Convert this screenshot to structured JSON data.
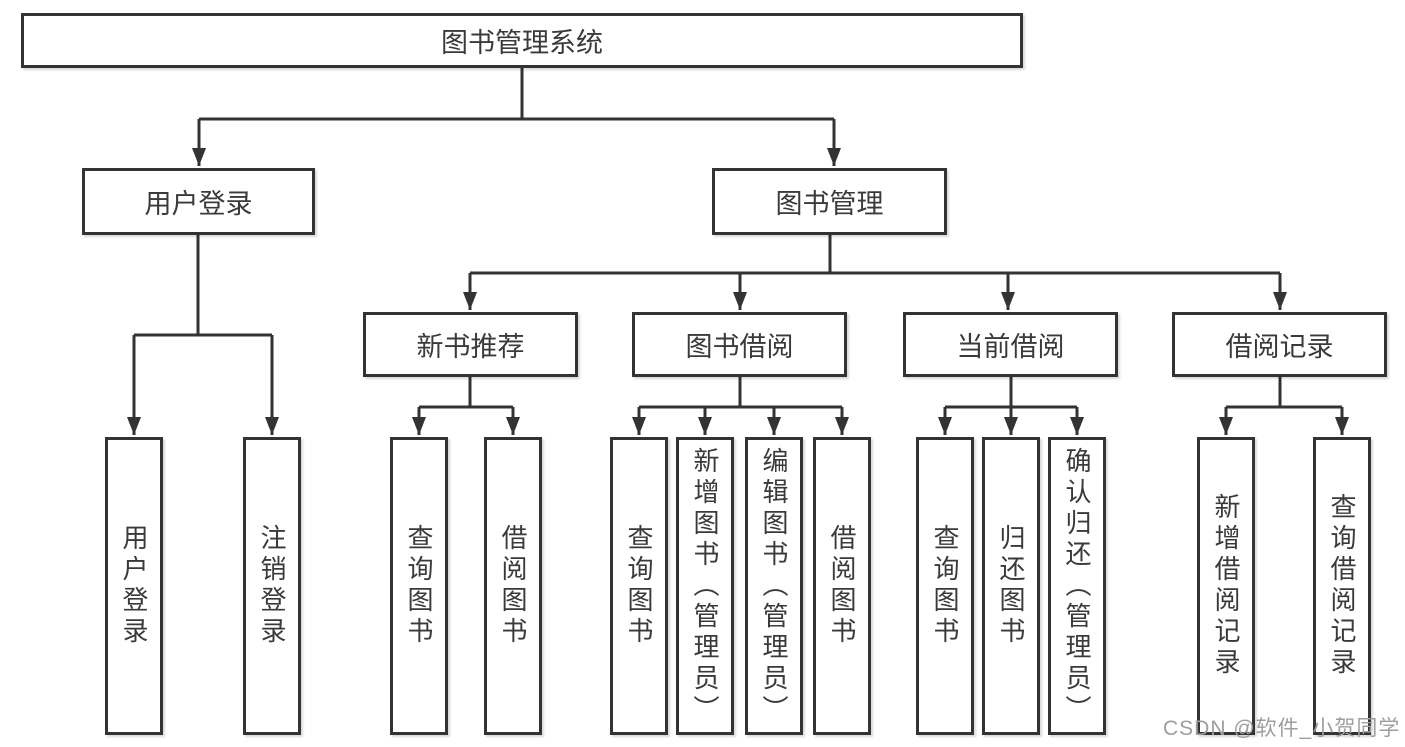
{
  "diagram": {
    "title": "图书管理系统",
    "root": {
      "label": "图书管理系统"
    },
    "level1": [
      {
        "id": "user-login",
        "label": "用户登录"
      },
      {
        "id": "book-management",
        "label": "图书管理"
      }
    ],
    "level2": [
      {
        "id": "new-book-recommend",
        "label": "新书推荐",
        "parent": "图书管理"
      },
      {
        "id": "book-borrow",
        "label": "图书借阅",
        "parent": "图书管理"
      },
      {
        "id": "current-borrow",
        "label": "当前借阅",
        "parent": "图书管理"
      },
      {
        "id": "borrow-records",
        "label": "借阅记录",
        "parent": "图书管理"
      }
    ],
    "leaves": [
      {
        "label": "用户登录",
        "parent": "用户登录"
      },
      {
        "label": "注销登录",
        "parent": "用户登录"
      },
      {
        "label": "查询图书",
        "parent": "新书推荐"
      },
      {
        "label": "借阅图书",
        "parent": "新书推荐"
      },
      {
        "label": "查询图书",
        "parent": "图书借阅"
      },
      {
        "label": "新增图书（管理员）",
        "parent": "图书借阅"
      },
      {
        "label": "编辑图书（管理员）",
        "parent": "图书借阅"
      },
      {
        "label": "借阅图书",
        "parent": "图书借阅"
      },
      {
        "label": "查询图书",
        "parent": "当前借阅"
      },
      {
        "label": "归还图书",
        "parent": "当前借阅"
      },
      {
        "label": "确认归还（管理员）",
        "parent": "当前借阅"
      },
      {
        "label": "新增借阅记录",
        "parent": "借阅记录"
      },
      {
        "label": "查询借阅记录",
        "parent": "借阅记录"
      }
    ]
  },
  "watermark": {
    "text": "CSDN @软件_小贺同学"
  },
  "colors": {
    "line": "#333333",
    "border": "#333333",
    "text": "#3a3a3a",
    "watermark": "#9e9e9e",
    "background": "#ffffff"
  }
}
